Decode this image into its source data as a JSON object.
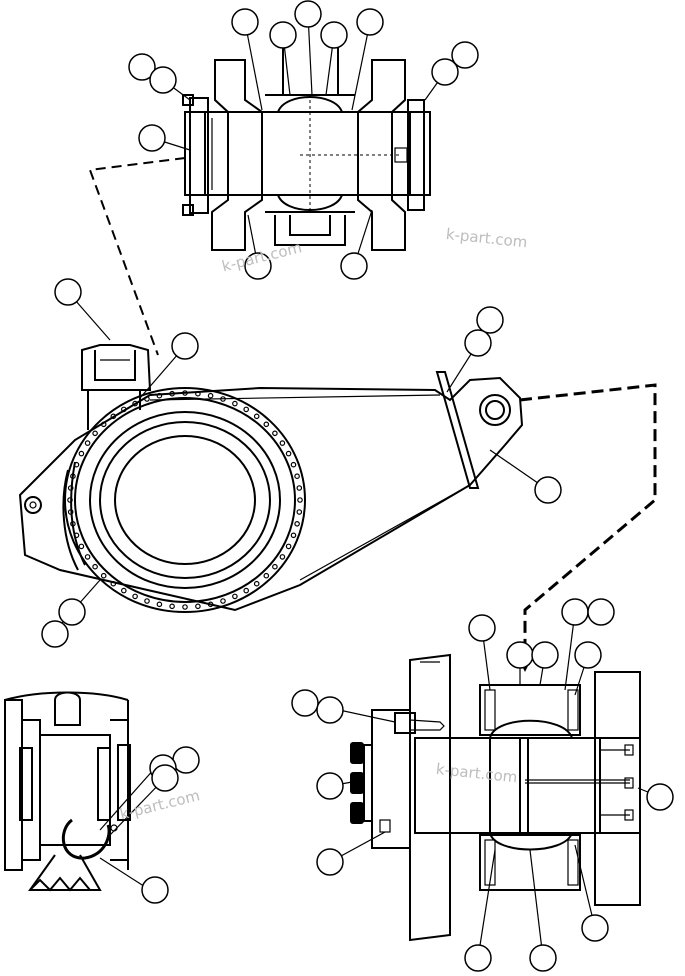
{
  "watermarks": [
    "k-part.com",
    "k-part.com",
    "k-part.com",
    "k-part.com"
  ]
}
